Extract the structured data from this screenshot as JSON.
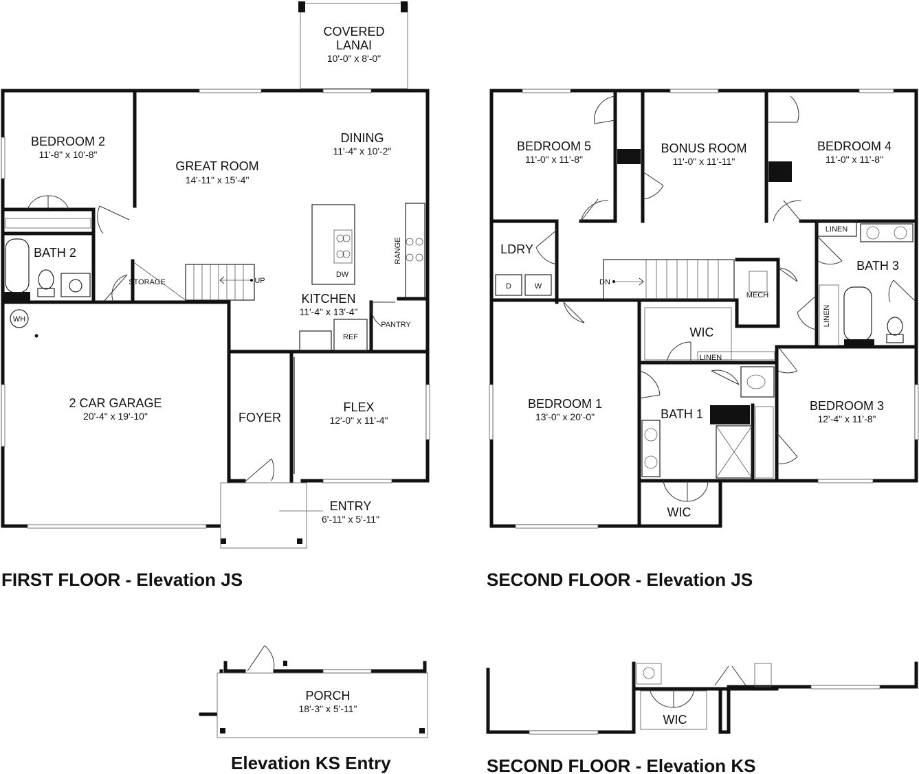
{
  "titles": {
    "first_floor": "FIRST FLOOR - Elevation JS",
    "second_floor": "SECOND FLOOR - Elevation JS",
    "ks_entry": "Elevation KS Entry",
    "second_floor_ks": "SECOND FLOOR - Elevation KS"
  },
  "first_floor": {
    "lanai": {
      "name1": "COVERED",
      "name2": "LANAI",
      "dim": "10'-0\" x 8'-0\""
    },
    "bedroom2": {
      "name": "BEDROOM 2",
      "dim": "11'-8\" x 10'-8\""
    },
    "great_room": {
      "name": "GREAT ROOM",
      "dim": "14'-11\" x 15'-4\""
    },
    "dining": {
      "name": "DINING",
      "dim": "11'-4\" x 10'-2\""
    },
    "bath2": {
      "name": "BATH 2"
    },
    "storage": "STORAGE",
    "up": "UP",
    "dw": "DW",
    "range": "RANGE",
    "kitchen": {
      "name": "KITCHEN",
      "dim": "11'-4\" x 13'-4\""
    },
    "ref": "REF",
    "pantry": "PANTRY",
    "wh": "WH",
    "garage": {
      "name": "2 CAR GARAGE",
      "dim": "20'-4\" x 19'-10\""
    },
    "foyer": {
      "name": "FOYER"
    },
    "flex": {
      "name": "FLEX",
      "dim": "12'-0\" x 11'-4\""
    },
    "entry": {
      "name": "ENTRY",
      "dim": "6'-11\" x 5'-11\""
    }
  },
  "second_floor": {
    "bedroom5": {
      "name": "BEDROOM 5",
      "dim": "11'-0\" x 11'-8\""
    },
    "bonus": {
      "name": "BONUS ROOM",
      "dim": "11'-0\" x 11'-11\""
    },
    "bedroom4": {
      "name": "BEDROOM 4",
      "dim": "11'-0\" x 11'-8\""
    },
    "linen_top": "LINEN",
    "ldry": "LDRY",
    "d": "D",
    "w": "W",
    "dn": "DN",
    "mech": "MECH",
    "bath3": {
      "name": "BATH 3"
    },
    "linen_side": "LINEN",
    "wic_upper": "WIC",
    "linen_mid": "LINEN",
    "bedroom1": {
      "name": "BEDROOM 1",
      "dim": "13'-0\" x 20'-0\""
    },
    "bath1": {
      "name": "BATH 1"
    },
    "bedroom3": {
      "name": "BEDROOM 3",
      "dim": "12'-4\" x 11'-8\""
    },
    "wic_lower": "WIC"
  },
  "ks_entry": {
    "porch": {
      "name": "PORCH",
      "dim": "18'-3\" x 5'-11\""
    }
  },
  "ks_second": {
    "wic": "WIC"
  }
}
